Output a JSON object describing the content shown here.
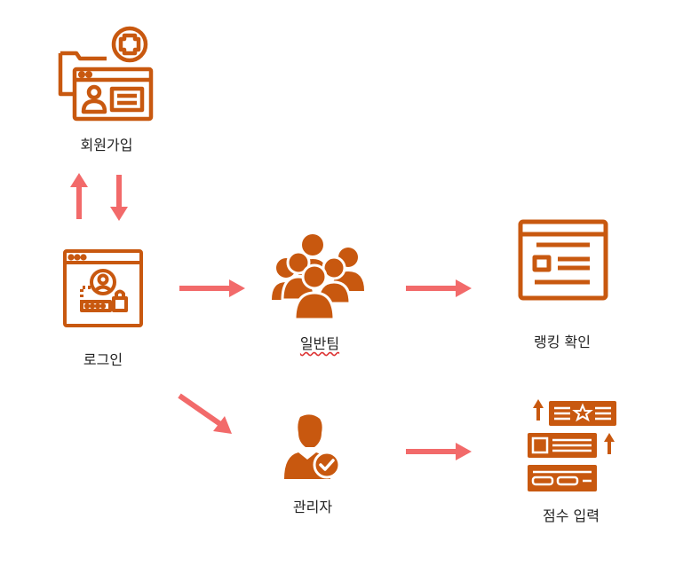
{
  "colors": {
    "icon": "#c8580f",
    "arrow": "#f26a6a",
    "text": "#222222"
  },
  "nodes": {
    "signup": {
      "label": "회원가입",
      "icon": "folder-profile-plus-icon"
    },
    "login": {
      "label": "로그인",
      "icon": "browser-login-lock-icon"
    },
    "general_team": {
      "label": "일반팀",
      "icon": "team-group-icon"
    },
    "admin": {
      "label": "관리자",
      "icon": "admin-check-icon"
    },
    "ranking": {
      "label": "랭킹 확인",
      "icon": "ranking-document-icon"
    },
    "score_input": {
      "label": "점수 입력",
      "icon": "score-list-icon"
    }
  }
}
